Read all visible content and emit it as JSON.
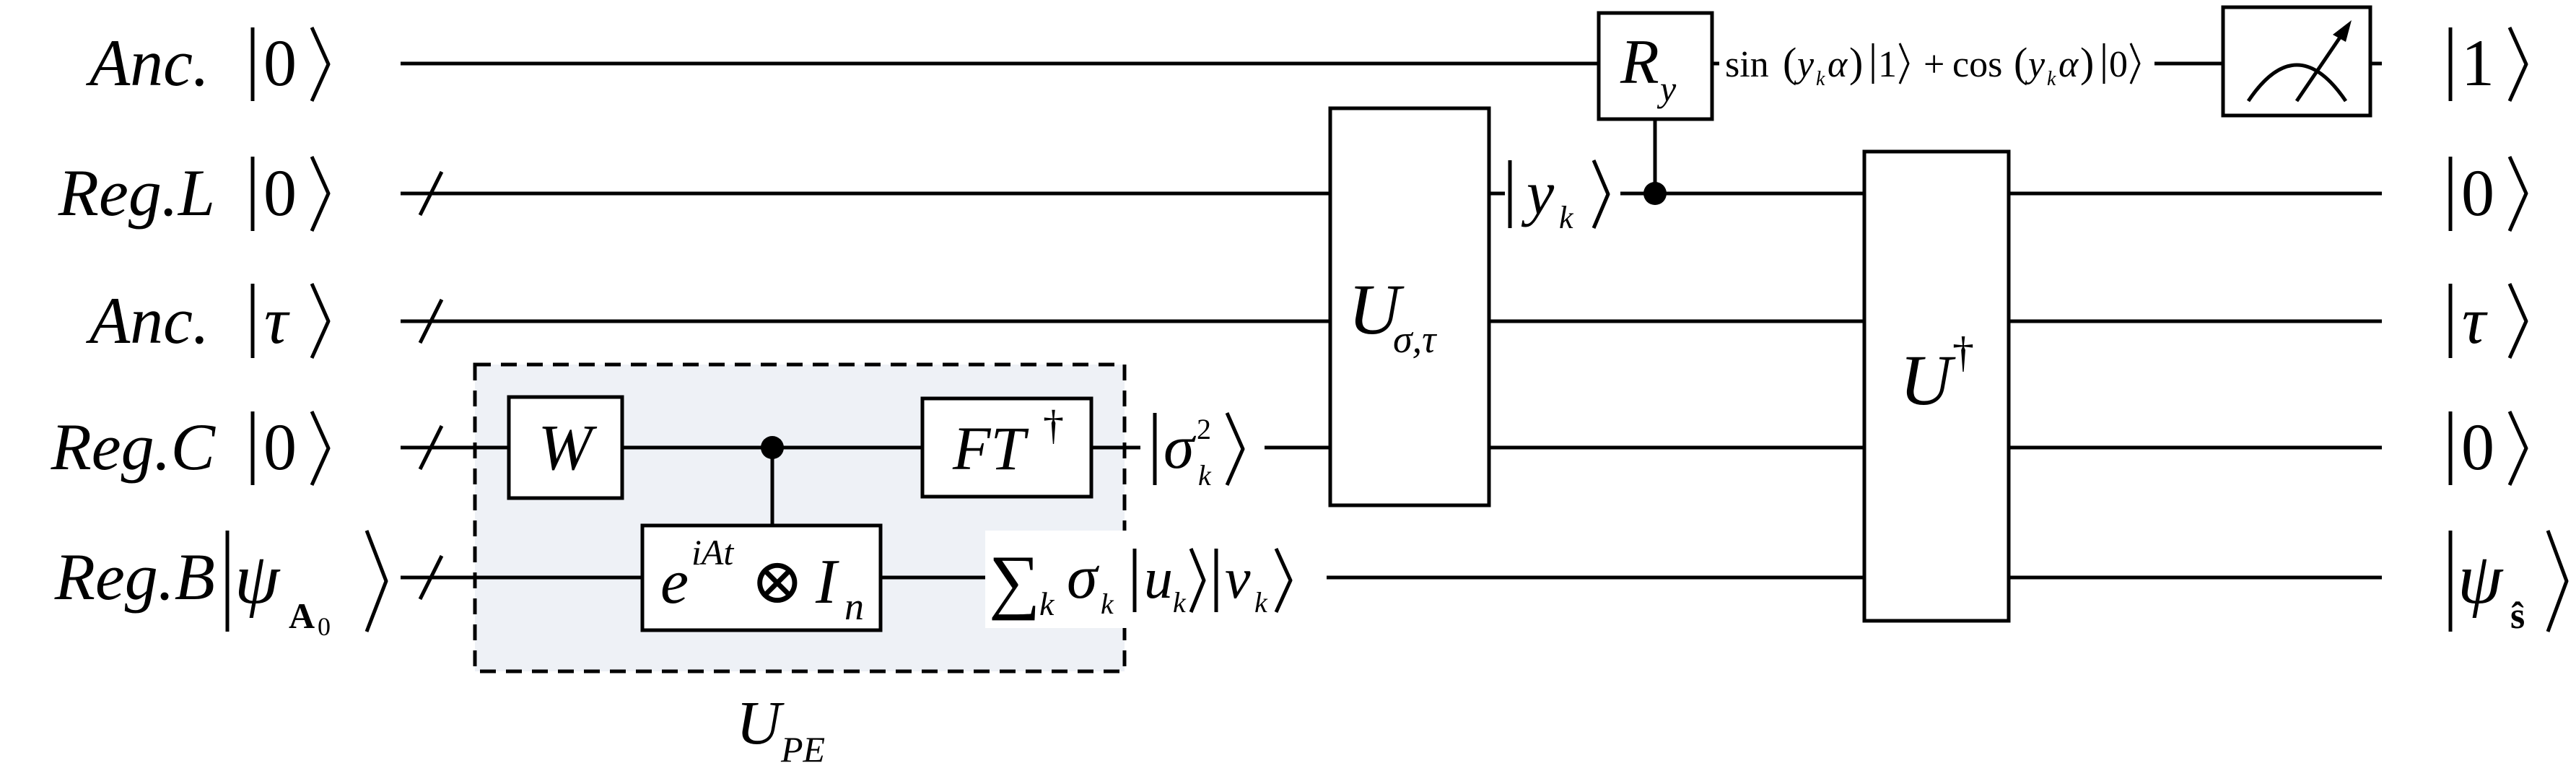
{
  "registers": [
    {
      "label": "Anc.",
      "input": "0",
      "output": "1"
    },
    {
      "label": "Reg.L",
      "input": "0",
      "output": "0"
    },
    {
      "label": "Anc.",
      "input": "τ",
      "output": "τ"
    },
    {
      "label": "Reg.C",
      "input": "0",
      "output": "0"
    },
    {
      "label": "Reg.B",
      "input_main": "ψ",
      "input_sub": "A",
      "input_subsub": "0",
      "output_main": "ψ",
      "output_sub": "ŝ"
    }
  ],
  "gates": {
    "w": "W",
    "phase_e": "e",
    "phase_exp": "iAt",
    "phase_otimes": "⊗",
    "phase_I": "I",
    "phase_n": "n",
    "ft": "FT",
    "ft_dagger": "†",
    "u_sigma": "U",
    "u_sigma_sub": "σ,τ",
    "ry": "R",
    "ry_sub": "y",
    "u_dagger": "U",
    "u_dagger_sup": "†",
    "upe": "U",
    "upe_sub": "PE"
  },
  "state_labels": {
    "sigma2_main": "σ",
    "sigma2_sub": "k",
    "sigma2_sup": "2",
    "yk_main": "y",
    "yk_sub": "k",
    "sum_symbol": "∑",
    "sum_sub": "k",
    "sum_sigma": "σ",
    "sum_sigma_sub": "k",
    "sum_u": "u",
    "sum_u_sub": "k",
    "sum_v": "v",
    "sum_v_sub": "k",
    "rot_sin": "sin",
    "rot_cos": "cos",
    "rot_y": "y",
    "rot_k": "k",
    "rot_alpha": "α",
    "rot_plus": "+",
    "rot_ket1": "1",
    "rot_ket0": "0"
  },
  "icons": {
    "meter": "measurement-meter-icon"
  }
}
